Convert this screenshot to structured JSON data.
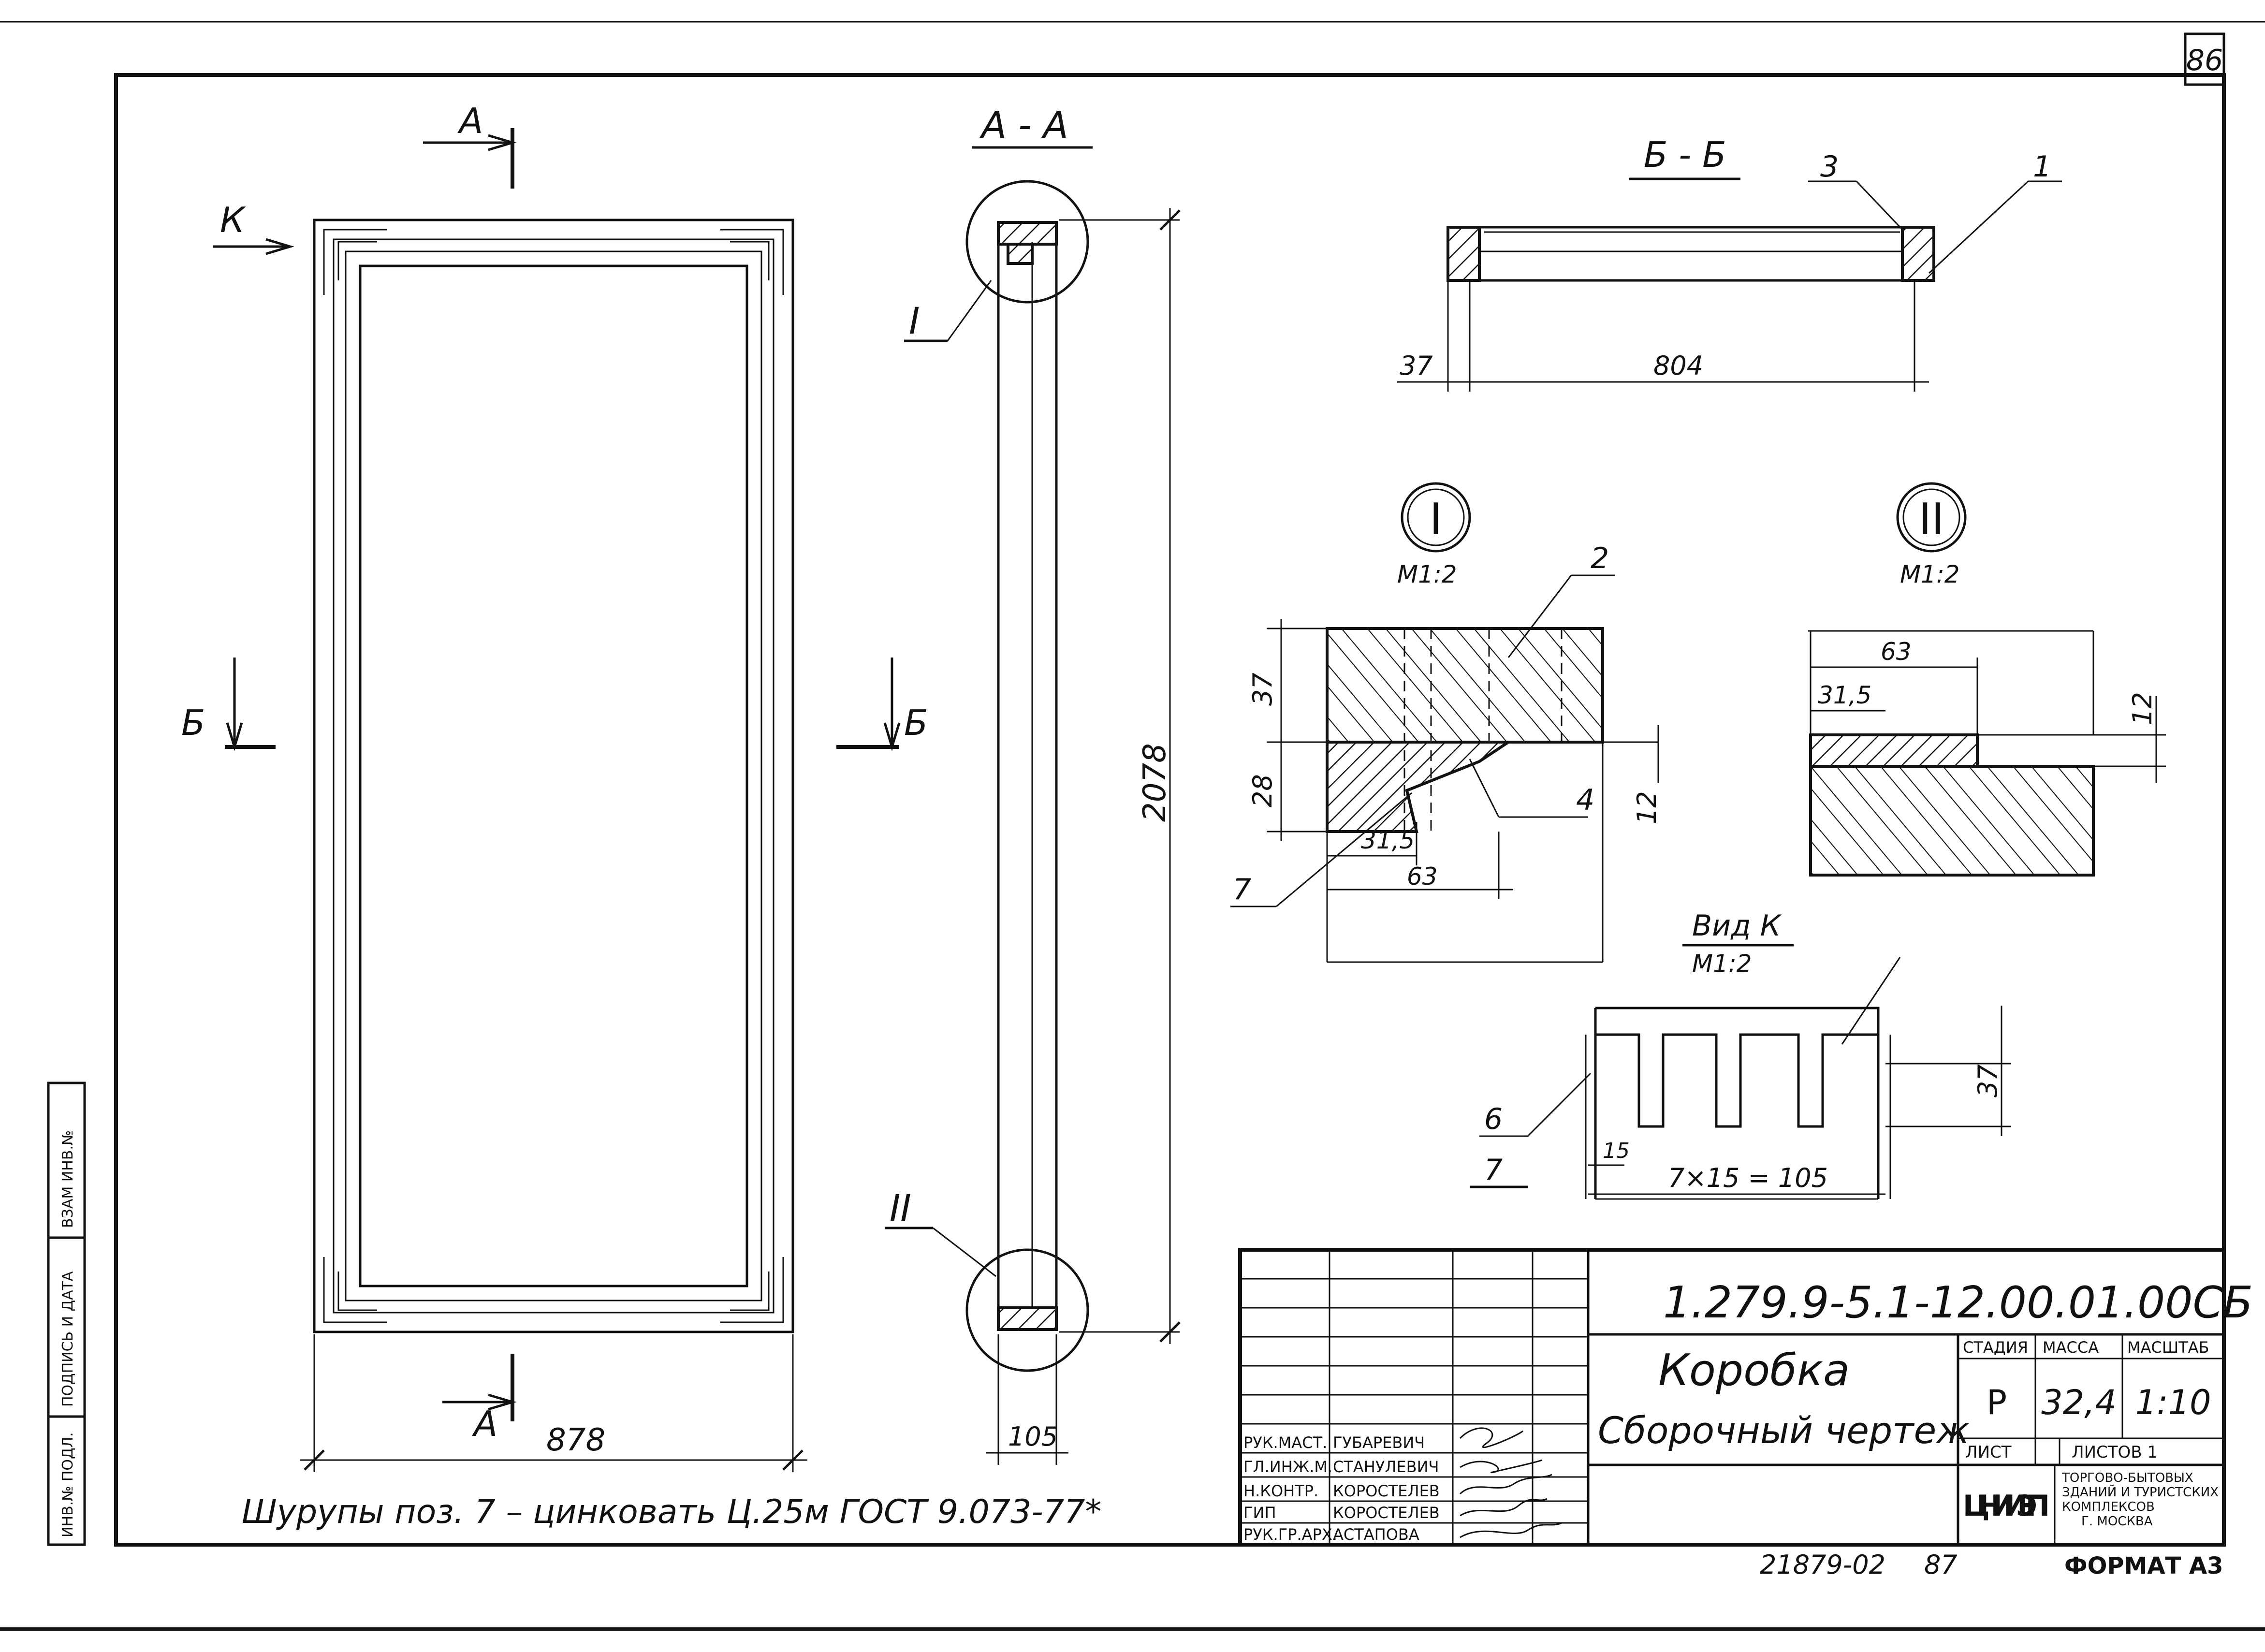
{
  "sheet_number": "86",
  "main_view": {
    "section_label_a": "А",
    "section_label_b": "Б",
    "view_arrow_k": "К",
    "width_dim": "878"
  },
  "section_aa": {
    "title": "А - А",
    "height_dim": "2078",
    "width_dim": "105",
    "callout_1": "I",
    "callout_2": "II"
  },
  "section_bb": {
    "title": "Б - Б",
    "dim_left": "37",
    "dim_main": "804",
    "pos_3": "3",
    "pos_1": "1"
  },
  "detail_1": {
    "label": "I",
    "scale": "М1:2",
    "dim_37": "37",
    "dim_28": "28",
    "dim_12": "12",
    "dim_31_5": "31,5",
    "dim_63": "63",
    "pos_2": "2",
    "pos_4": "4",
    "pos_7": "7"
  },
  "detail_2": {
    "label": "II",
    "scale": "М1:2",
    "dim_63": "63",
    "dim_31_5": "31,5",
    "dim_12": "12"
  },
  "view_k": {
    "title": "Вид К",
    "scale": "М1:2",
    "dim_37": "37",
    "dim_15": "15",
    "dim_total": "7×15 = 105",
    "pos_6": "6",
    "pos_7": "7"
  },
  "note": "Шурупы поз. 7 – цинковать Ц.25м ГОСТ 9.073-77*",
  "side_stamp": [
    "ИНВ.№ ПОДЛ.",
    "ПОДПИСЬ И ДАТА",
    "ВЗАМ ИНВ.№"
  ],
  "title_block": {
    "doc_code": "1.279.9-5.1-12.00.01.00СБ",
    "name_line1": "Коробка",
    "name_line2": "Сборочный чертеж",
    "stage_header": "СТАДИЯ",
    "mass_header": "МАССА",
    "scale_header": "МАСШТАБ",
    "stage": "Р",
    "mass": "32,4",
    "scale": "1:10",
    "sheet_label": "ЛИСТ",
    "sheets_label": "ЛИСТОВ 1",
    "org_logo": "ЦНИИЭП",
    "org_line1": "ТОРГОВО-БЫТОВЫХ",
    "org_line2": "ЗДАНИЙ И ТУРИСТСКИХ",
    "org_line3": "КОМПЛЕКСОВ",
    "org_line4": "Г. МОСКВА",
    "roles": [
      {
        "role": "РУК.МАСТ.",
        "name": "ГУБАРЕВИЧ"
      },
      {
        "role": "ГЛ.ИНЖ.М.",
        "name": "СТАНУЛЕВИЧ"
      },
      {
        "role": "Н.КОНТР.",
        "name": "КОРОСТЕЛЕВ"
      },
      {
        "role": "ГИП",
        "name": "КОРОСТЕЛЕВ"
      },
      {
        "role": "РУК.ГР.АРХ.",
        "name": "АСТАПОВА"
      }
    ]
  },
  "footer": {
    "archive_no": "21879-02",
    "page": "87",
    "format": "ФОРМАТ А3"
  }
}
